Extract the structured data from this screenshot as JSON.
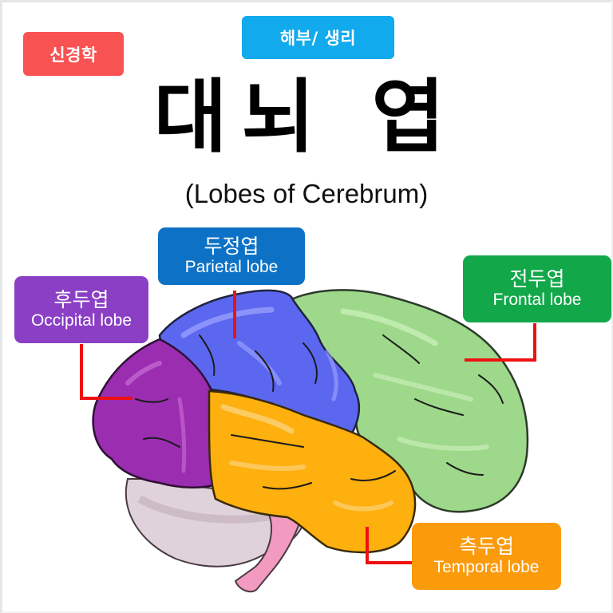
{
  "tags": {
    "category": {
      "label": "신경학",
      "color": "#f95252"
    },
    "subject": {
      "label": "해부/ 생리",
      "color": "#11aaec"
    }
  },
  "title": {
    "korean": "대뇌 엽",
    "english": "(Lobes of Cerebrum)"
  },
  "lobes": [
    {
      "id": "occipital",
      "korean": "후두엽",
      "english": "Occipital lobe",
      "label_color": "#8a3fc5",
      "region_color": "#9b2db0"
    },
    {
      "id": "parietal",
      "korean": "두정엽",
      "english": "Parietal lobe",
      "label_color": "#0d72c5",
      "region_color": "#5c67f0"
    },
    {
      "id": "frontal",
      "korean": "전두엽",
      "english": "Frontal lobe",
      "label_color": "#12a84a",
      "region_color": "#9ed88a"
    },
    {
      "id": "temporal",
      "korean": "측두엽",
      "english": "Temporal lobe",
      "label_color": "#fb9a0a",
      "region_color": "#fdb00e"
    }
  ],
  "other_structures": {
    "cerebellum_color": "#e0d2da",
    "brainstem_color": "#f29ac0"
  },
  "leader_line_color": "#ee1111"
}
